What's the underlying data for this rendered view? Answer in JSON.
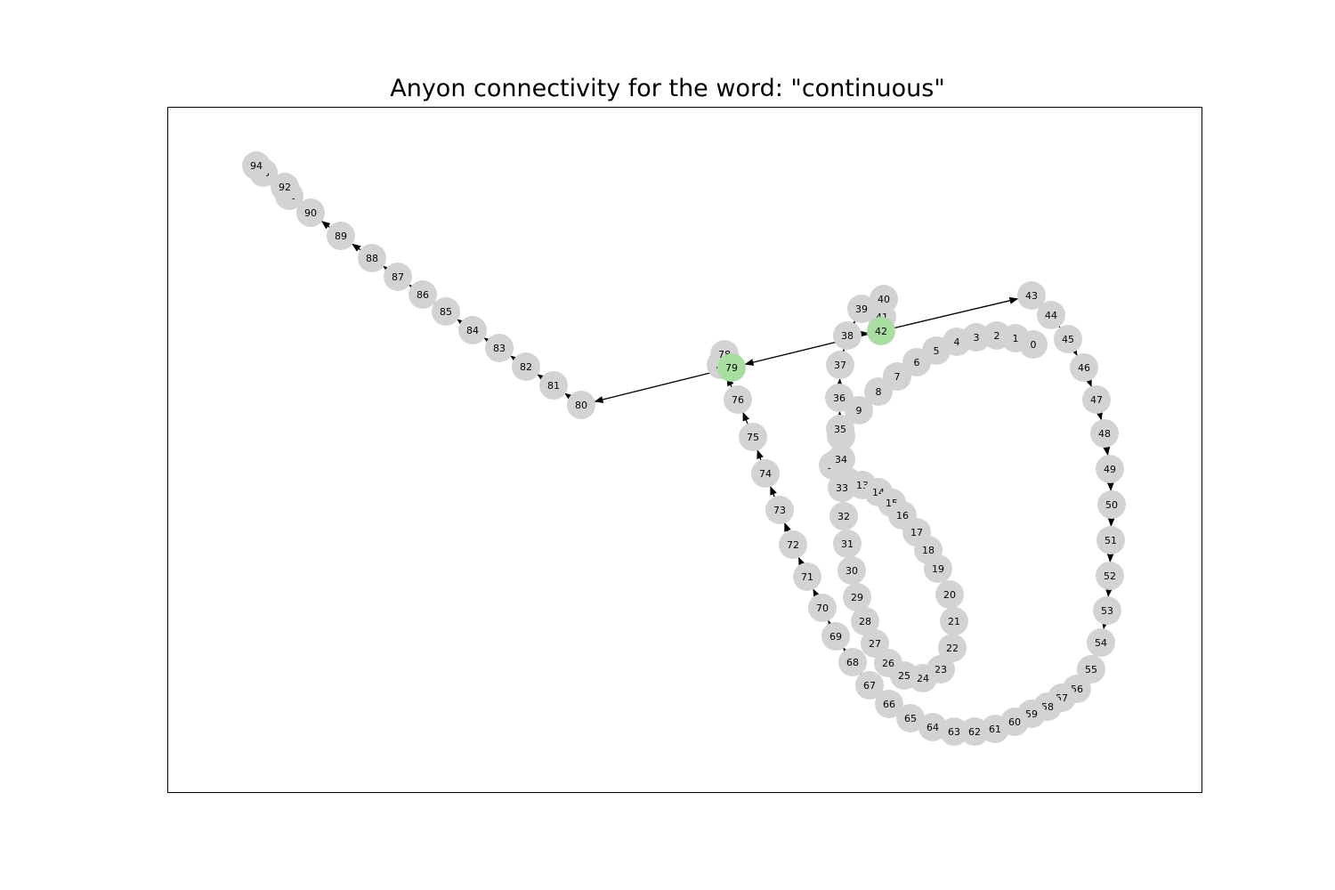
{
  "title": "Anyon connectivity for the word: \"continuous\"",
  "colors": {
    "node": "#d3d3d3",
    "highlight": "#a8dfa1",
    "edge": "#000000",
    "frame": "#000000"
  },
  "highlighted_nodes": [
    "42",
    "79"
  ],
  "nodes": [
    "0",
    "1",
    "2",
    "3",
    "4",
    "5",
    "6",
    "7",
    "8",
    "9",
    "10",
    "11",
    "12",
    "13",
    "14",
    "15",
    "16",
    "17",
    "18",
    "19",
    "20",
    "21",
    "22",
    "23",
    "24",
    "25",
    "26",
    "27",
    "28",
    "29",
    "30",
    "31",
    "32",
    "33",
    "34",
    "35",
    "36",
    "37",
    "38",
    "39",
    "40",
    "41",
    "42",
    "43",
    "44",
    "45",
    "46",
    "47",
    "48",
    "49",
    "50",
    "51",
    "52",
    "53",
    "54",
    "55",
    "56",
    "57",
    "58",
    "59",
    "60",
    "61",
    "62",
    "63",
    "64",
    "65",
    "66",
    "67",
    "68",
    "69",
    "70",
    "71",
    "72",
    "73",
    "74",
    "75",
    "76",
    "77",
    "78",
    "79",
    "80",
    "81",
    "82",
    "83",
    "84",
    "85",
    "86",
    "87",
    "88",
    "89",
    "90",
    "91",
    "92",
    "93",
    "94"
  ],
  "edges": [
    [
      "0",
      "1"
    ],
    [
      "1",
      "2"
    ],
    [
      "2",
      "3"
    ],
    [
      "3",
      "4"
    ],
    [
      "4",
      "5"
    ],
    [
      "5",
      "6"
    ],
    [
      "6",
      "7"
    ],
    [
      "7",
      "8"
    ],
    [
      "8",
      "9"
    ],
    [
      "9",
      "10"
    ],
    [
      "10",
      "11"
    ],
    [
      "11",
      "12"
    ],
    [
      "12",
      "13"
    ],
    [
      "13",
      "14"
    ],
    [
      "14",
      "15"
    ],
    [
      "15",
      "16"
    ],
    [
      "16",
      "17"
    ],
    [
      "17",
      "18"
    ],
    [
      "18",
      "19"
    ],
    [
      "19",
      "20"
    ],
    [
      "20",
      "21"
    ],
    [
      "21",
      "22"
    ],
    [
      "22",
      "23"
    ],
    [
      "23",
      "24"
    ],
    [
      "24",
      "25"
    ],
    [
      "25",
      "26"
    ],
    [
      "26",
      "27"
    ],
    [
      "27",
      "28"
    ],
    [
      "28",
      "29"
    ],
    [
      "29",
      "30"
    ],
    [
      "30",
      "31"
    ],
    [
      "31",
      "32"
    ],
    [
      "32",
      "33"
    ],
    [
      "33",
      "34"
    ],
    [
      "34",
      "35"
    ],
    [
      "35",
      "36"
    ],
    [
      "36",
      "37"
    ],
    [
      "37",
      "38"
    ],
    [
      "38",
      "39"
    ],
    [
      "39",
      "40"
    ],
    [
      "40",
      "41"
    ],
    [
      "41",
      "42"
    ],
    [
      "38",
      "42"
    ],
    [
      "42",
      "79"
    ],
    [
      "42",
      "43"
    ],
    [
      "43",
      "44"
    ],
    [
      "44",
      "45"
    ],
    [
      "45",
      "46"
    ],
    [
      "46",
      "47"
    ],
    [
      "47",
      "48"
    ],
    [
      "48",
      "49"
    ],
    [
      "49",
      "50"
    ],
    [
      "50",
      "51"
    ],
    [
      "51",
      "52"
    ],
    [
      "52",
      "53"
    ],
    [
      "53",
      "54"
    ],
    [
      "54",
      "55"
    ],
    [
      "55",
      "56"
    ],
    [
      "56",
      "57"
    ],
    [
      "57",
      "58"
    ],
    [
      "58",
      "59"
    ],
    [
      "59",
      "60"
    ],
    [
      "60",
      "61"
    ],
    [
      "61",
      "62"
    ],
    [
      "62",
      "63"
    ],
    [
      "63",
      "64"
    ],
    [
      "64",
      "65"
    ],
    [
      "65",
      "66"
    ],
    [
      "66",
      "67"
    ],
    [
      "67",
      "68"
    ],
    [
      "68",
      "69"
    ],
    [
      "69",
      "70"
    ],
    [
      "70",
      "71"
    ],
    [
      "71",
      "72"
    ],
    [
      "72",
      "73"
    ],
    [
      "73",
      "74"
    ],
    [
      "74",
      "75"
    ],
    [
      "75",
      "76"
    ],
    [
      "76",
      "77"
    ],
    [
      "77",
      "78"
    ],
    [
      "78",
      "79"
    ],
    [
      "79",
      "80"
    ],
    [
      "80",
      "81"
    ],
    [
      "81",
      "82"
    ],
    [
      "82",
      "83"
    ],
    [
      "83",
      "84"
    ],
    [
      "84",
      "85"
    ],
    [
      "85",
      "86"
    ],
    [
      "86",
      "87"
    ],
    [
      "87",
      "88"
    ],
    [
      "88",
      "89"
    ],
    [
      "89",
      "90"
    ],
    [
      "90",
      "91"
    ],
    [
      "91",
      "92"
    ],
    [
      "92",
      "93"
    ],
    [
      "93",
      "94"
    ]
  ]
}
